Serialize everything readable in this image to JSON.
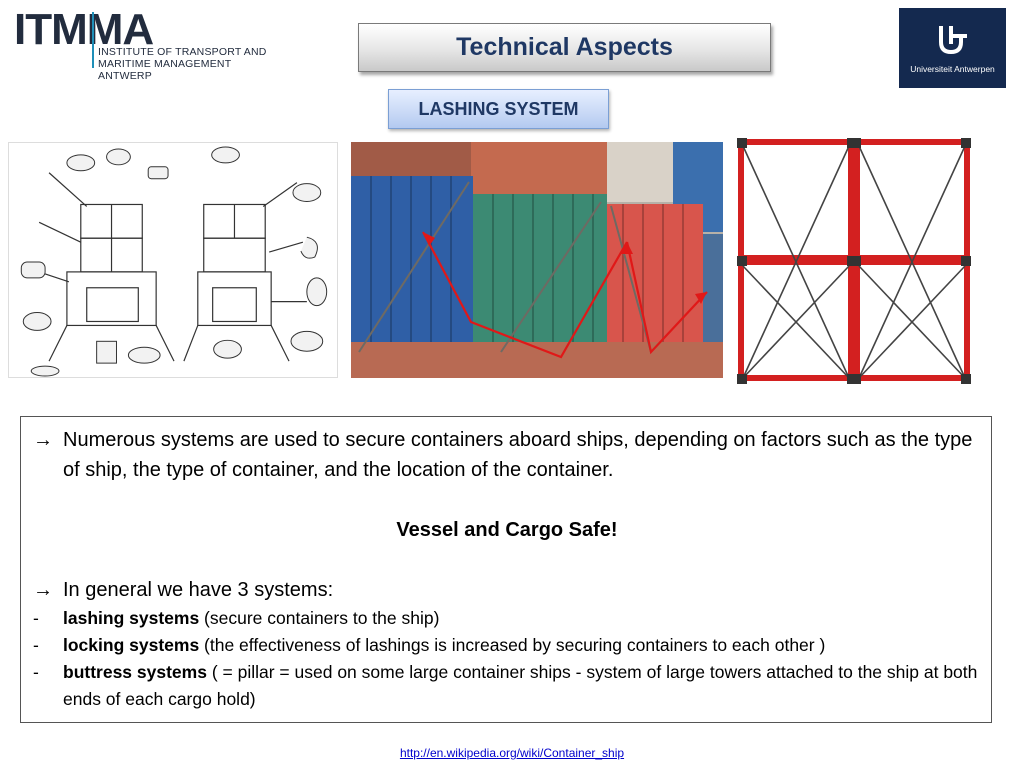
{
  "header": {
    "logo": {
      "word_prefix": "IT",
      "word_suffix": "MMA",
      "sub_line1": "INSTITUTE OF TRANSPORT AND",
      "sub_line2": "MARITIME MANAGEMENT ANTWERP"
    },
    "title": "Technical Aspects",
    "university": "Universiteit Antwerpen",
    "subtitle": "LASHING SYSTEM"
  },
  "figures": [
    {
      "icon": "lashing-parts-diagram"
    },
    {
      "icon": "lashed-containers-photo"
    },
    {
      "icon": "lashing-rods-diagram"
    }
  ],
  "content": {
    "arrow_glyph": "→",
    "paragraph1": "Numerous systems are used to secure containers aboard ships, depending on factors such as the type of ship, the type of container, and the location of the container.",
    "highlight": "Vessel and Cargo Safe!",
    "paragraph2": "In general we have 3 systems:",
    "bullets": [
      {
        "dash": "-",
        "term": "lashing systems",
        "desc": " (secure containers to the ship)"
      },
      {
        "dash": "-",
        "term": "locking systems",
        "desc": " (the effectiveness of lashings is increased by securing containers to each other )"
      },
      {
        "dash": "-",
        "term": "buttress systems",
        "desc": " ( = pillar = used on some large container ships - system of large towers attached to the ship at both ends of each cargo hold)"
      }
    ]
  },
  "footer": {
    "link": "http://en.wikipedia.org/wiki/Container_ship"
  },
  "colors": {
    "title_text": "#1f3864",
    "university_bg": "#14294f",
    "frame_red": "#d32020",
    "link_blue": "#0000cc"
  }
}
